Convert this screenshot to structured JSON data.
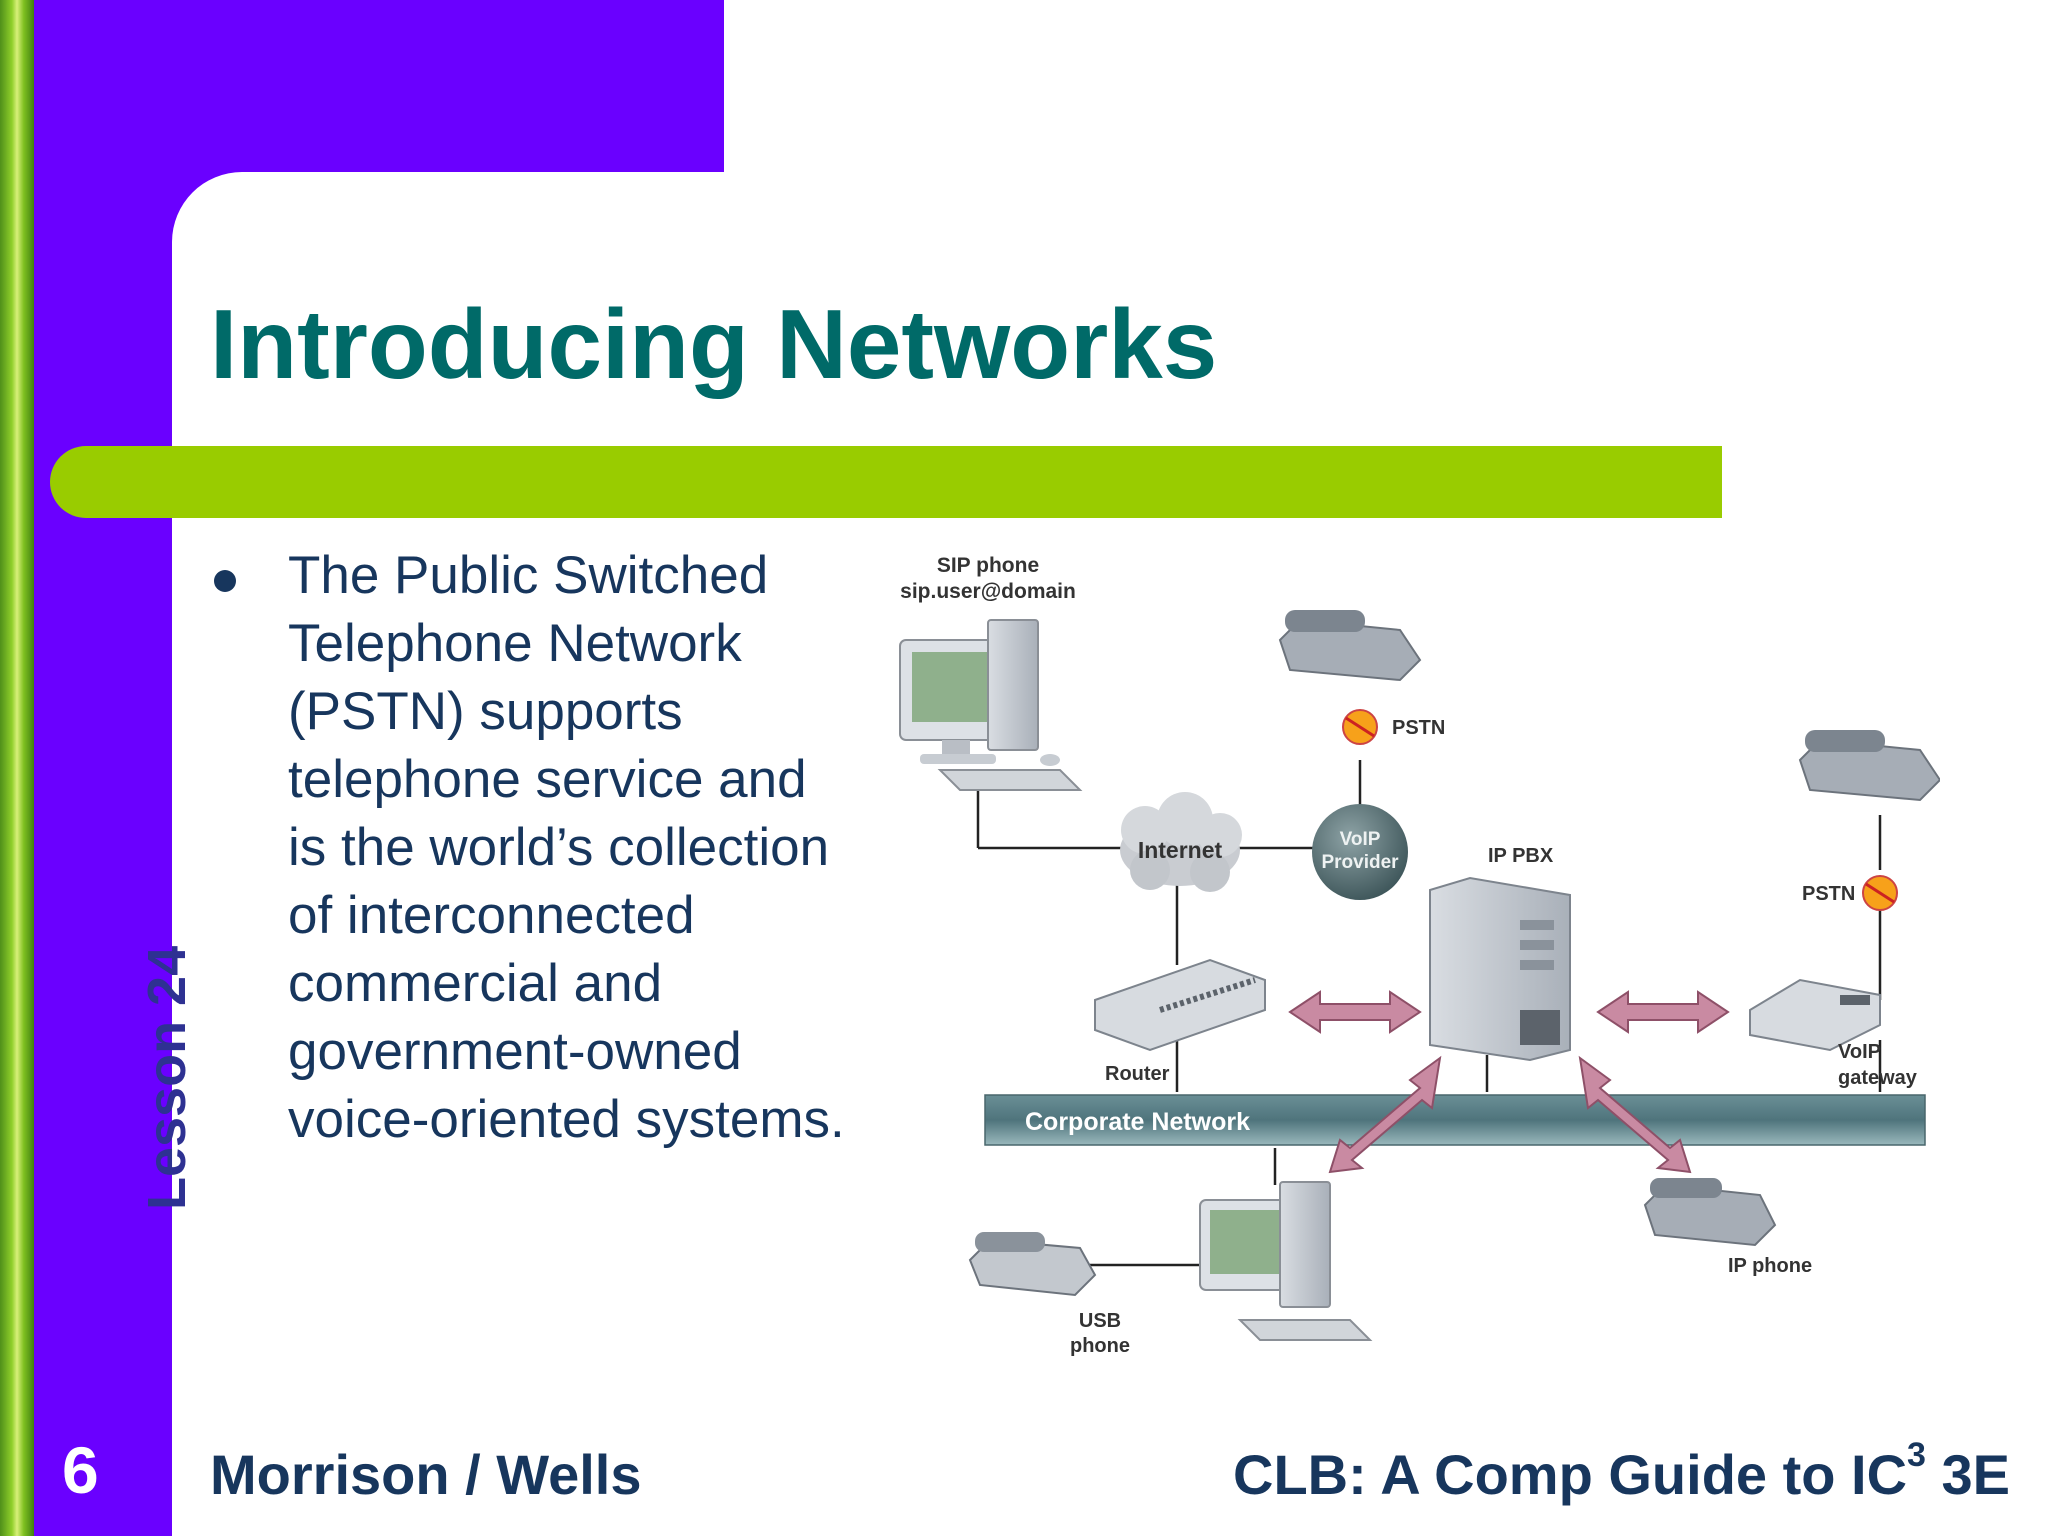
{
  "slide": {
    "title": "Introducing Networks",
    "lesson_label": "Lesson 24",
    "page_number": "6",
    "footer_left": "Morrison / Wells",
    "footer_right_prefix": "CLB: A Comp Guide to IC",
    "footer_right_sup": "3",
    "footer_right_suffix": " 3E"
  },
  "bullets": [
    "The Public Switched Telephone Network (PSTN) supports telephone service and is the world’s collection of interconnected commercial and government-owned voice-oriented systems."
  ],
  "diagram": {
    "sip_phone": "SIP phone",
    "sip_address": "sip.user@domain",
    "pstn_top": "PSTN",
    "internet": "Internet",
    "voip_provider_1": "VoIP",
    "voip_provider_2": "Provider",
    "ip_pbx": "IP PBX",
    "pstn_right": "PSTN",
    "router": "Router",
    "voip_gateway_1": "VoIP",
    "voip_gateway_2": "gateway",
    "corporate_network": "Corporate Network",
    "usb_phone_1": "USB",
    "usb_phone_2": "phone",
    "ip_phone": "IP phone"
  },
  "colors": {
    "purple": "#6a00ff",
    "green_bar": "#99cc00",
    "title_teal": "#006a68",
    "text_navy": "#17365d"
  }
}
